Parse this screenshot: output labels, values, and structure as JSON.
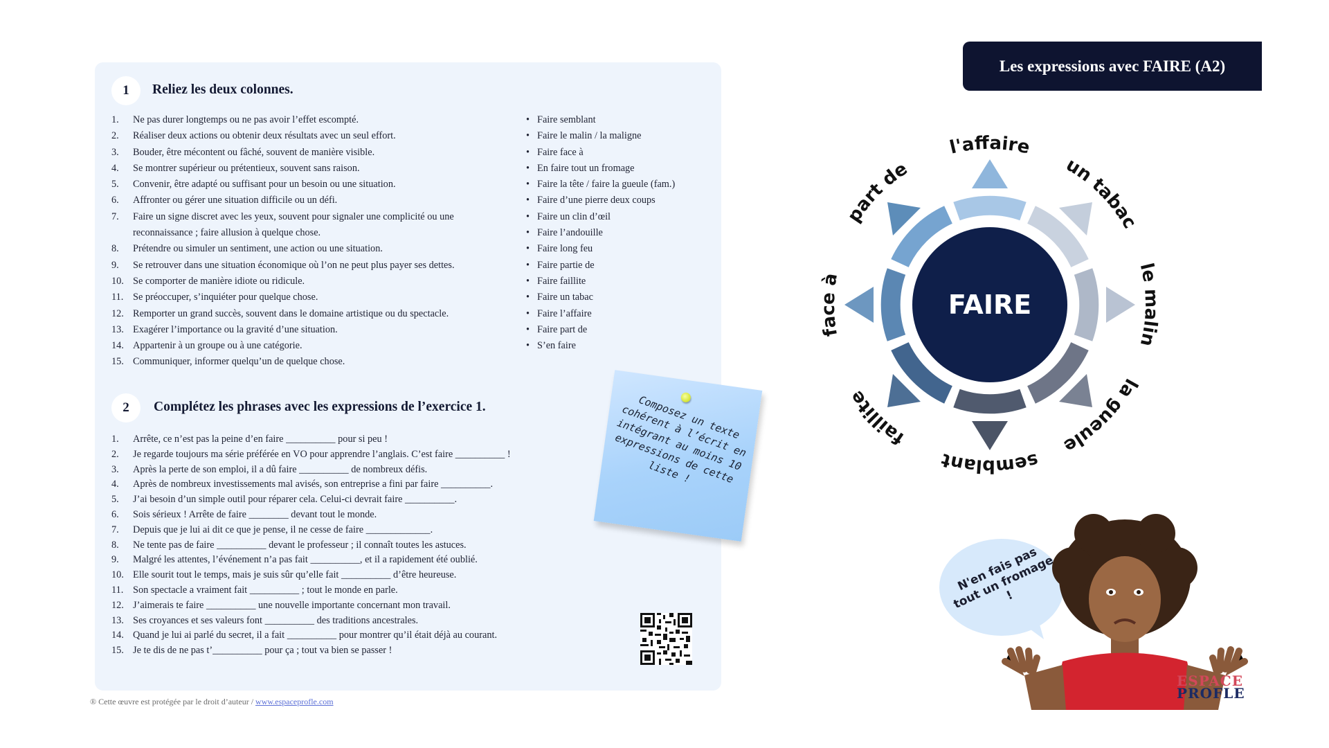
{
  "header": {
    "title": "Les expressions avec FAIRE (A2)"
  },
  "exercise1": {
    "number": "1",
    "title": "Reliez les deux colonnes.",
    "definitions": [
      {
        "n": "1.",
        "text": "Ne pas durer longtemps ou ne pas avoir l’effet escompté."
      },
      {
        "n": "2.",
        "text": "Réaliser deux actions ou obtenir deux résultats avec un seul effort."
      },
      {
        "n": "3.",
        "text": "Bouder, être mécontent ou fâché, souvent de manière visible."
      },
      {
        "n": "4.",
        "text": "Se montrer supérieur ou prétentieux, souvent sans raison."
      },
      {
        "n": "5.",
        "text": "Convenir, être adapté ou suffisant pour un besoin ou une situation."
      },
      {
        "n": "6.",
        "text": "Affronter ou gérer une situation difficile ou un défi."
      },
      {
        "n": "7.",
        "text": "Faire un signe discret avec les yeux, souvent pour signaler une complicité ou une reconnaissance ; faire allusion à quelque chose."
      },
      {
        "n": "8.",
        "text": "Prétendre ou simuler un sentiment, une action ou une situation."
      },
      {
        "n": "9.",
        "text": "Se retrouver dans une situation économique où l’on ne peut plus payer ses dettes."
      },
      {
        "n": "10.",
        "text": "Se comporter de manière idiote ou ridicule."
      },
      {
        "n": "11.",
        "text": "Se préoccuper, s’inquiéter pour quelque chose."
      },
      {
        "n": "12.",
        "text": "Remporter un grand succès, souvent dans le domaine artistique ou du spectacle."
      },
      {
        "n": "13.",
        "text": "Exagérer l’importance ou la gravité d’une situation."
      },
      {
        "n": "14.",
        "text": "Appartenir à un groupe ou à une catégorie."
      },
      {
        "n": "15.",
        "text": "Communiquer, informer quelqu’un de quelque chose."
      }
    ],
    "expressions": [
      "Faire semblant",
      "Faire le malin / la maligne",
      "Faire face à",
      "En faire tout un fromage",
      "Faire la tête / faire la gueule (fam.)",
      "Faire d’une pierre deux coups",
      "Faire un clin d’œil",
      "Faire l’andouille",
      "Faire long feu",
      "Faire partie de",
      "Faire faillite",
      "Faire un tabac",
      "Faire l’affaire",
      "Faire part de",
      "S’en faire"
    ]
  },
  "exercise2": {
    "number": "2",
    "title": "Complétez les phrases avec les expressions de l’exercice 1.",
    "sentences": [
      {
        "n": "1.",
        "text": "Arrête, ce n’est pas la peine d’en faire __________ pour si peu !"
      },
      {
        "n": "2.",
        "text": "Je regarde toujours ma série préférée en VO pour apprendre l’anglais. C’est faire __________ !"
      },
      {
        "n": "3.",
        "text": "Après la perte de son emploi, il a dû faire __________ de nombreux défis."
      },
      {
        "n": "4.",
        "text": "Après de nombreux investissements mal avisés, son entreprise a fini par faire __________."
      },
      {
        "n": "5.",
        "text": "J’ai besoin d’un simple outil pour réparer cela. Celui-ci devrait faire __________."
      },
      {
        "n": "6.",
        "text": "Sois sérieux ! Arrête de faire ________ devant tout le monde."
      },
      {
        "n": "7.",
        "text": "Depuis que je lui ai dit ce que je pense, il ne cesse de faire _____________."
      },
      {
        "n": "8.",
        "text": "Ne tente pas de faire __________ devant le professeur ; il connaît toutes les astuces."
      },
      {
        "n": "9.",
        "text": "Malgré les attentes, l’événement n’a pas fait __________, et il a rapidement été oublié."
      },
      {
        "n": "10.",
        "text": "Elle sourit tout le temps, mais je suis sûr qu’elle fait __________ d’être heureuse."
      },
      {
        "n": "11.",
        "text": "Son spectacle a vraiment fait __________ ; tout le monde en parle."
      },
      {
        "n": "12.",
        "text": "J’aimerais te faire __________ une nouvelle importante concernant mon travail."
      },
      {
        "n": "13.",
        "text": "Ses croyances et ses valeurs font __________ des traditions ancestrales."
      },
      {
        "n": "14.",
        "text": "Quand je lui ai parlé du secret, il a fait __________ pour montrer qu’il était déjà au courant."
      },
      {
        "n": "15.",
        "text": "Je te dis de ne pas t’__________ pour ça ; tout va bien se passer !"
      }
    ]
  },
  "sticky_note": {
    "text": "Composez un texte cohérent à l’écrit en intégrant au moins 10 expressions de cette liste !"
  },
  "wheel": {
    "center": "FAIRE",
    "labels": [
      "l'affaire",
      "un tabac",
      "le malin",
      "la gueule",
      "semblant",
      "faillite",
      "face à",
      "part de"
    ]
  },
  "speech_bubble": {
    "text": "N'en fais pas tout un fromage !"
  },
  "footer": {
    "text": "® Cette œuvre est protégée par le droit d’auteur / ",
    "link": "www.espaceprofle.com"
  },
  "logo": {
    "line1": "ESPACE",
    "line2": "PROFLE"
  },
  "colors": {
    "title_bg": "#0e1430",
    "panel_bg": "#eef4fc",
    "wheel_center": "#0f1f4a",
    "sticky": "#a9d3fb"
  },
  "icons": [
    "qr-code-icon",
    "push-pin-icon"
  ]
}
